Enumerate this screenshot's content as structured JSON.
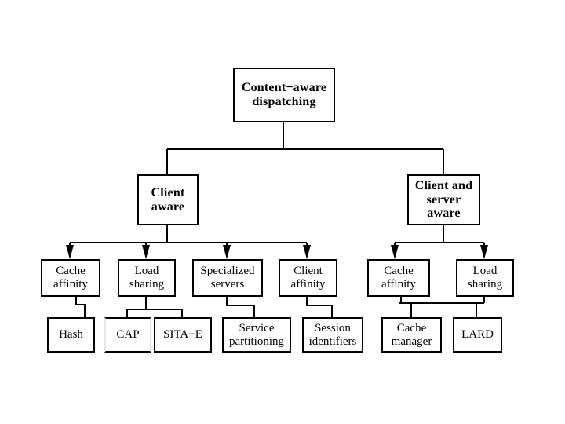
{
  "diagram": {
    "type": "tree-taxonomy",
    "title_node": "root",
    "nodes": {
      "root": {
        "label": "Content−aware\ndispatching",
        "level": 0
      },
      "client": {
        "label": "Client\naware",
        "level": 1
      },
      "clientserver": {
        "label": "Client and\nserver\naware",
        "level": 1
      },
      "ca_l": {
        "label": "Cache\naffinity",
        "level": 2
      },
      "ls_l": {
        "label": "Load\nsharing",
        "level": 2
      },
      "spec": {
        "label": "Specialized\nservers",
        "level": 2
      },
      "cliaff": {
        "label": "Client\naffinity",
        "level": 2
      },
      "ca_r": {
        "label": "Cache\naffinity",
        "level": 2
      },
      "ls_r": {
        "label": "Load\nsharing",
        "level": 2
      },
      "hash": {
        "label": "Hash",
        "level": 3
      },
      "cap": {
        "label": "CAP",
        "level": 3
      },
      "sitae": {
        "label": "SITA−E",
        "level": 3
      },
      "svcpart": {
        "label": "Service\npartitioning",
        "level": 3
      },
      "sessid": {
        "label": "Session\nidentifiers",
        "level": 3
      },
      "cachemgr": {
        "label": "Cache\nmanager",
        "level": 3
      },
      "lard": {
        "label": "LARD",
        "level": 3
      }
    },
    "edges": [
      {
        "from": "root",
        "to": "client",
        "arrow": false
      },
      {
        "from": "root",
        "to": "clientserver",
        "arrow": false
      },
      {
        "from": "client",
        "to": "ca_l",
        "arrow": true
      },
      {
        "from": "client",
        "to": "ls_l",
        "arrow": true
      },
      {
        "from": "client",
        "to": "spec",
        "arrow": true
      },
      {
        "from": "client",
        "to": "cliaff",
        "arrow": true
      },
      {
        "from": "clientserver",
        "to": "ca_r",
        "arrow": true
      },
      {
        "from": "clientserver",
        "to": "ls_r",
        "arrow": true
      },
      {
        "from": "ca_l",
        "to": "hash",
        "arrow": false
      },
      {
        "from": "ls_l",
        "to": "cap",
        "arrow": false
      },
      {
        "from": "ls_l",
        "to": "sitae",
        "arrow": false
      },
      {
        "from": "spec",
        "to": "svcpart",
        "arrow": false
      },
      {
        "from": "cliaff",
        "to": "sessid",
        "arrow": false
      },
      {
        "from": "ca_r",
        "to": "cachemgr",
        "arrow": false
      },
      {
        "from": "ls_r",
        "to": "lard",
        "arrow": false
      }
    ],
    "style": {
      "line_color": "#000000",
      "box_fill": "#ffffff",
      "background": "#ffffff"
    }
  }
}
